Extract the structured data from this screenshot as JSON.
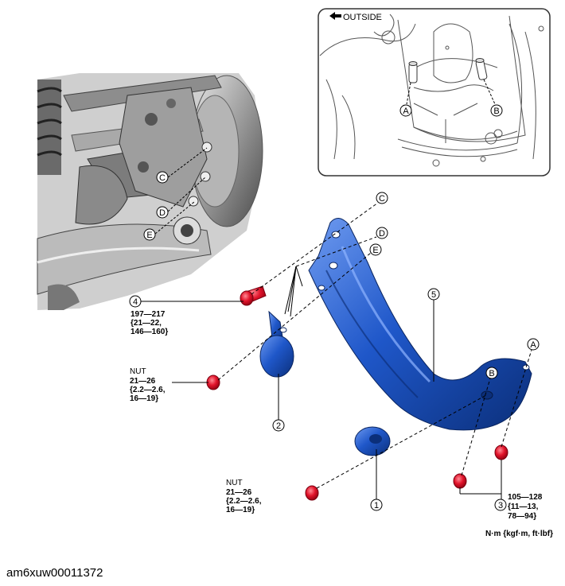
{
  "inset": {
    "direction_label": "OUTSIDE",
    "callouts": {
      "a": "A",
      "b": "B"
    }
  },
  "photo": {
    "callouts": {
      "c": "C",
      "d": "D",
      "e": "E"
    }
  },
  "exploded": {
    "callouts": {
      "a": "A",
      "b": "B",
      "c": "C",
      "d": "D",
      "e": "E"
    }
  },
  "parts": {
    "p1": "1",
    "p2": "2",
    "p3": "3",
    "p4": "4",
    "p5": "5"
  },
  "torques": {
    "bolt4": {
      "line1": "197—217",
      "line2": "{21—22,",
      "line3": "146—160}"
    },
    "nut_upper": {
      "title": "NUT",
      "line1": "21—26",
      "line2": "{2.2—2.6,",
      "line3": "16—19}"
    },
    "nut_lower": {
      "title": "NUT",
      "line1": "21—26",
      "line2": "{2.2—2.6,",
      "line3": "16—19}"
    },
    "bolts3": {
      "line1": "105—128",
      "line2": "{11—13,",
      "line3": "78—94}"
    }
  },
  "units_label": "N·m {kgf·m, ft·lbf}",
  "figure_id": "am6xuw00011372",
  "colors": {
    "arm": "#1f57c9",
    "fastener": "#e2142b",
    "frame": "#333333"
  }
}
